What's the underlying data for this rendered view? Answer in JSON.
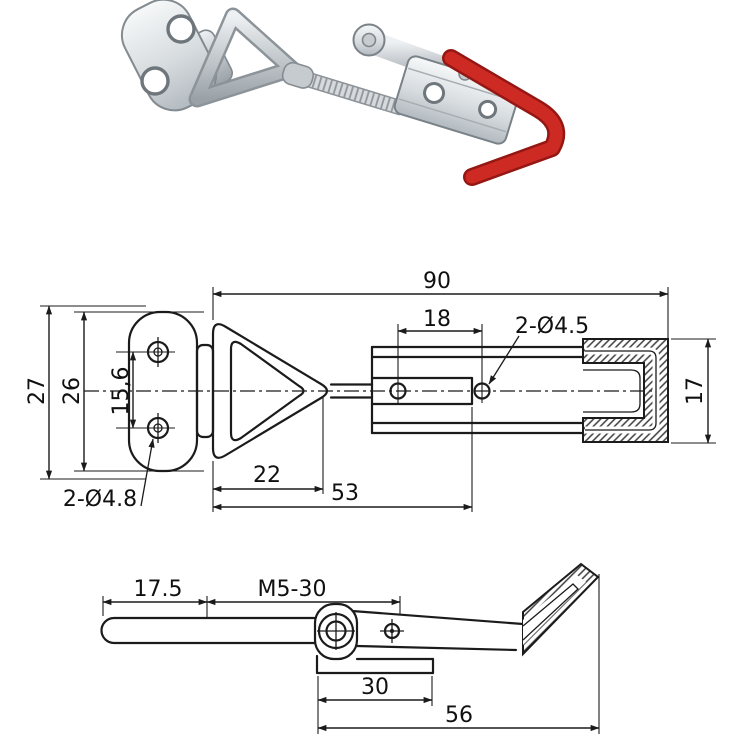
{
  "meta": {
    "subject": "Adjustable toggle latch clamp — product photo with dimensioned drawings"
  },
  "colors": {
    "line": "#1b1b1b",
    "metal_light": "#f6f8f9",
    "metal_mid": "#c7cdd2",
    "metal_dark": "#8e969b",
    "handle_red": "#cd2a23",
    "handle_red_dark": "#951713"
  },
  "photo": {
    "name": "toggle-latch-clamp-photo"
  },
  "top_view": {
    "dims": {
      "overall_length": "90",
      "hole_spacing": "18",
      "latch_holes": "2-Ø4.5",
      "grip_width": "17",
      "plate_height_outer": "27",
      "plate_height": "26",
      "plate_hole_spacing": "15,6",
      "plate_holes": "2-Ø4.8",
      "bail_length": "22",
      "bail_to_slide": "53"
    }
  },
  "side_view": {
    "dims": {
      "rod_tip_length": "17.5",
      "thread_spec": "M5-30",
      "base_length": "30",
      "overall_length": "56"
    }
  }
}
